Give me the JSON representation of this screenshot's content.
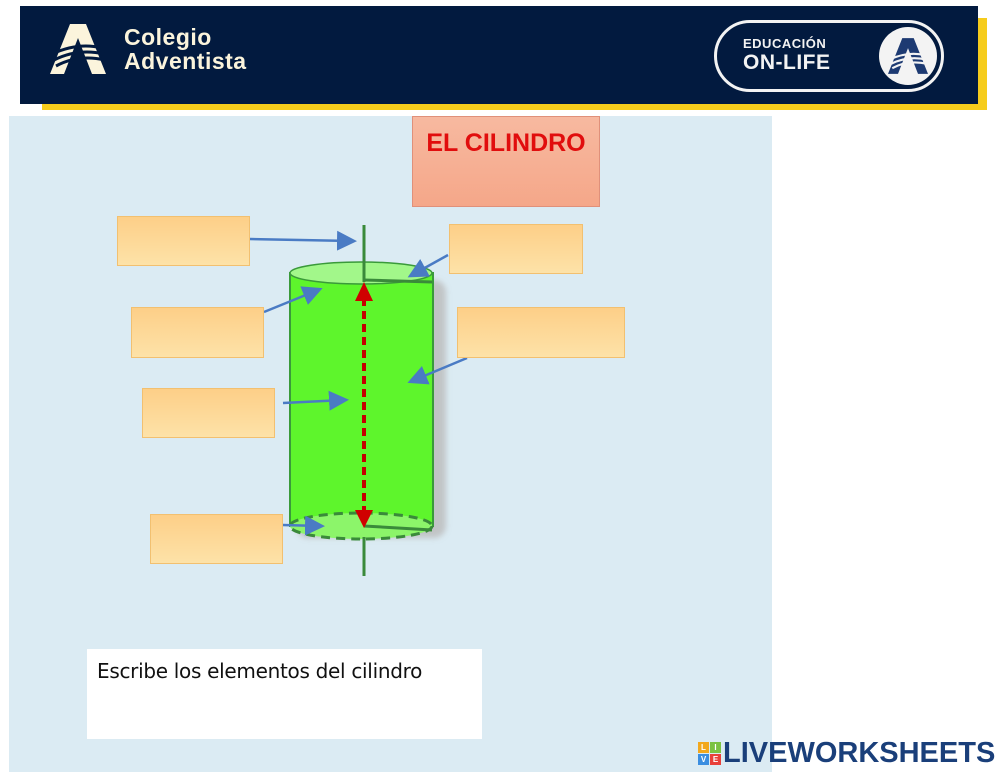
{
  "header": {
    "school_line1": "Colegio",
    "school_line2": "Adventista",
    "badge_line1": "EDUCACIÓN",
    "badge_line2": "ON-LIFE",
    "colors": {
      "navy": "#021a3f",
      "yellow": "#f6cc1c",
      "cream": "#fbf4dc"
    }
  },
  "worksheet": {
    "title": "EL CILINDRO",
    "instruction": "Escribe los elementos del cilindro",
    "answer_boxes": [
      {
        "id": "axis",
        "value": "",
        "placeholder": ""
      },
      {
        "id": "radius",
        "value": "",
        "placeholder": ""
      },
      {
        "id": "top-base",
        "value": "",
        "placeholder": ""
      },
      {
        "id": "lateral-surface",
        "value": "",
        "placeholder": ""
      },
      {
        "id": "height",
        "value": "",
        "placeholder": ""
      },
      {
        "id": "bottom-base",
        "value": "",
        "placeholder": ""
      }
    ],
    "colors": {
      "background": "#dbebf3",
      "box": "#fdd898",
      "cylinder": "#5ef52c",
      "arrow": "#4a7bc4",
      "height_line": "#c40000"
    }
  },
  "footer": {
    "brand": "LIVEWORKSHEETS",
    "icon_letters": [
      "L",
      "I",
      "V",
      "E"
    ]
  }
}
